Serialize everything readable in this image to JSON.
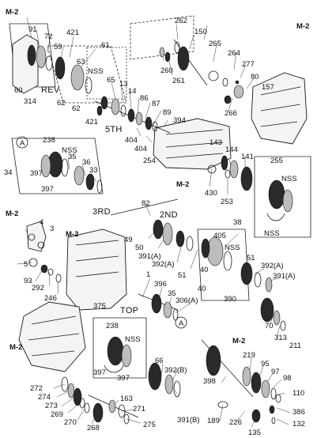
{
  "callouts": {
    "m2_topleft": "M-2",
    "c91": "91",
    "c72": "72",
    "c421_a": "421",
    "c61": "61",
    "c59": "59",
    "c63": "63",
    "nss_1": "NSS",
    "c60": "60",
    "c314": "314",
    "rev": "REV",
    "c62_a": "62",
    "c62_b": "62",
    "c262": "262",
    "c150": "150",
    "m2_topright": "M-2",
    "c265": "265",
    "c264": "264",
    "c277": "277",
    "c260": "260",
    "c261": "261",
    "c80": "80",
    "c157": "157",
    "c266": "266",
    "c65": "65",
    "c13": "13",
    "c14": "14",
    "c86": "86",
    "c87": "87",
    "c89": "89",
    "c394": "394",
    "c421_b": "421",
    "fifth": "5TH",
    "c404_a": "404",
    "c404_b": "404",
    "c254": "254",
    "circ_a1": "A",
    "c238_a": "238",
    "nss_2": "NSS",
    "c34": "34",
    "c397_a": "397",
    "c397_b": "397",
    "c35_a": "35",
    "c36": "36",
    "c33": "33",
    "c143": "143",
    "c144": "144",
    "c141": "141",
    "m2_mid": "M-2",
    "c430": "430",
    "c253": "253",
    "c255": "255",
    "nss_3": "NSS",
    "nss_4": "NSS",
    "third": "3RD",
    "c82": "82",
    "second": "2ND",
    "m2_left": "M-2",
    "c4": "4",
    "c3": "3",
    "m2_case": "M-2",
    "c5": "5",
    "c93": "93",
    "c292": "292",
    "c246": "246",
    "c49": "49",
    "c50": "50",
    "c391a_a": "391(A)",
    "c392a_a": "392(A)",
    "c38": "38",
    "c405": "405",
    "nss_5": "NSS",
    "c51_a": "51",
    "c40_a": "40",
    "c40_b": "40",
    "c390": "390",
    "c51_b": "51",
    "c392a_b": "392(A)",
    "c391a_b": "391(A)",
    "c1": "1",
    "c396": "396",
    "c35_b": "35",
    "c306a": "306(A)",
    "circ_a2": "A",
    "top": "TOP",
    "c375": "375",
    "c70": "70",
    "c313": "313",
    "c211": "211",
    "m2_lower": "M-2",
    "c238_b": "238",
    "nss_6": "NSS",
    "c397_c": "397",
    "c397_d": "397",
    "c66": "66",
    "c392b": "392(B)",
    "c391b": "391(B)",
    "m2_bottomright": "M-2",
    "c219": "219",
    "c95": "95",
    "c97": "97",
    "c98": "98",
    "c110": "110",
    "c398": "398",
    "c386": "386",
    "c132": "132",
    "c189": "189",
    "c226": "226",
    "c135": "135",
    "c272": "272",
    "c274": "274",
    "c273": "273",
    "c269": "269",
    "c270": "270",
    "c268": "268",
    "c163": "163",
    "c271": "271",
    "c275": "275"
  }
}
